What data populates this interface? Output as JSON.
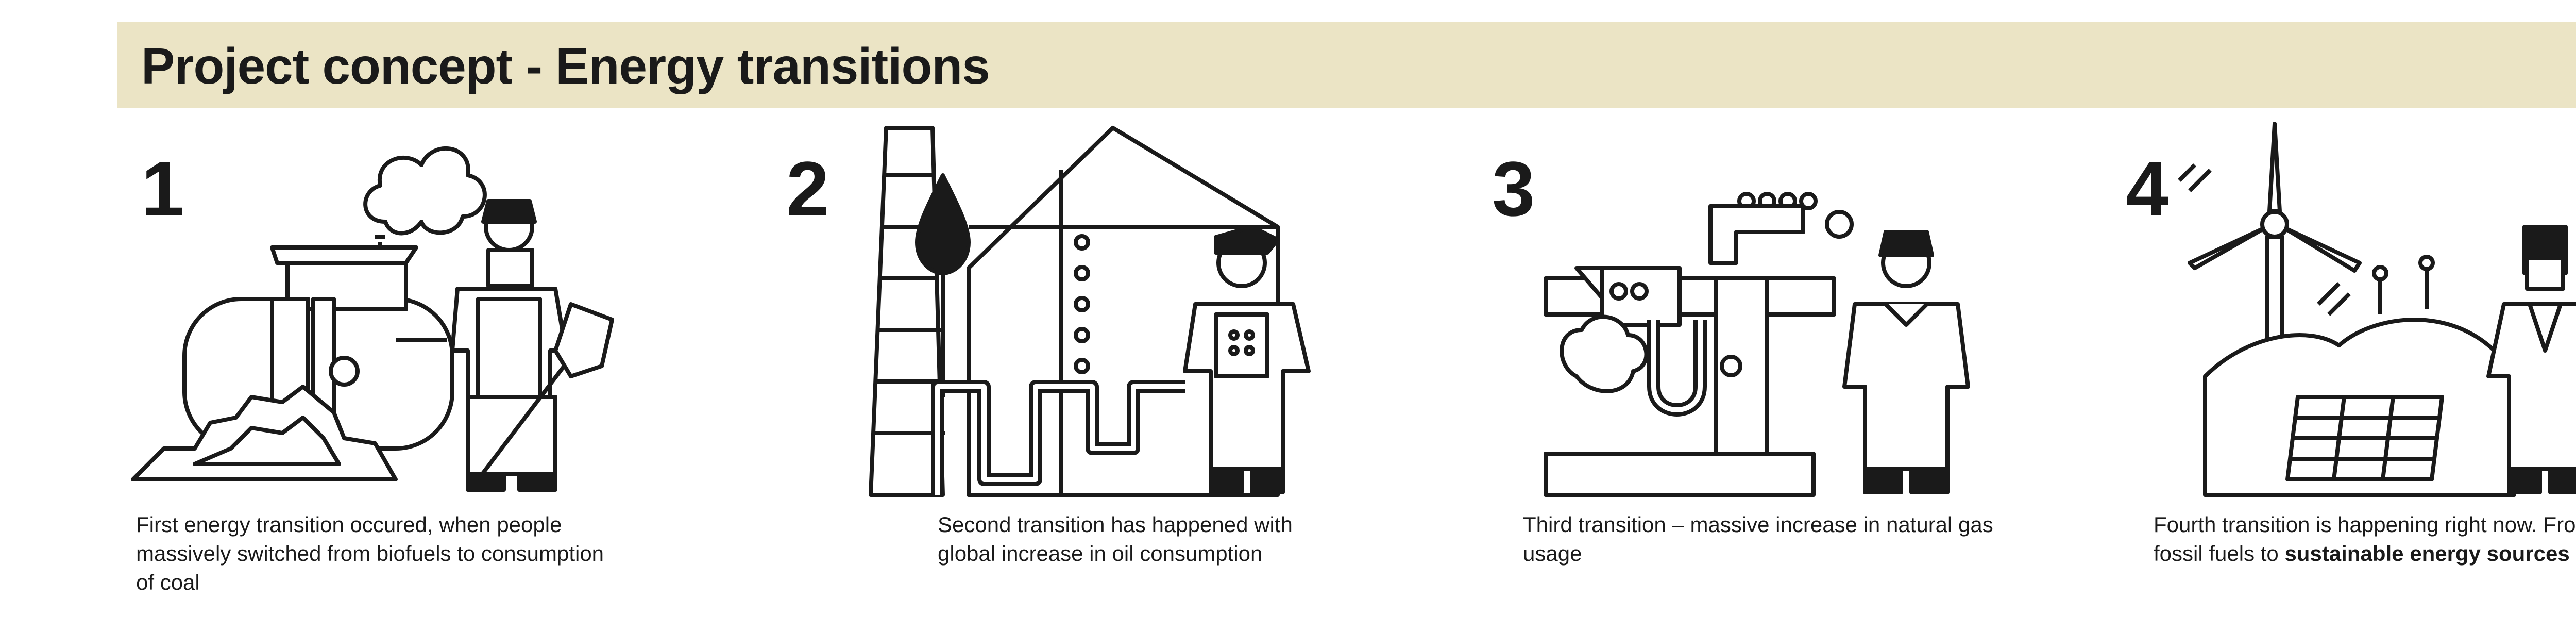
{
  "header": {
    "title": "Project concept - Energy transitions"
  },
  "colors": {
    "banner": "#ebe4c5",
    "ink": "#1a1a1a",
    "background": "#ffffff"
  },
  "panels": [
    {
      "number": "1",
      "caption": "First energy transition occured, when people massively switched from biofuels to consumption of coal",
      "caption_bold": "",
      "illustration": "steam-engine-coal-miner-icon"
    },
    {
      "number": "2",
      "caption": "Second transition has happened with global increase in oil consumption",
      "caption_bold": "",
      "illustration": "oil-refinery-worker-icon"
    },
    {
      "number": "3",
      "caption": "Third transition – massive increase in natural gas usage",
      "caption_bold": "",
      "illustration": "gas-plant-worker-icon"
    },
    {
      "number": "4",
      "caption": "Fourth transition is happening right now. From fossil fuels to",
      "caption_bold": "sustainable energy sources",
      "illustration": "wind-solar-engineer-icon"
    }
  ]
}
